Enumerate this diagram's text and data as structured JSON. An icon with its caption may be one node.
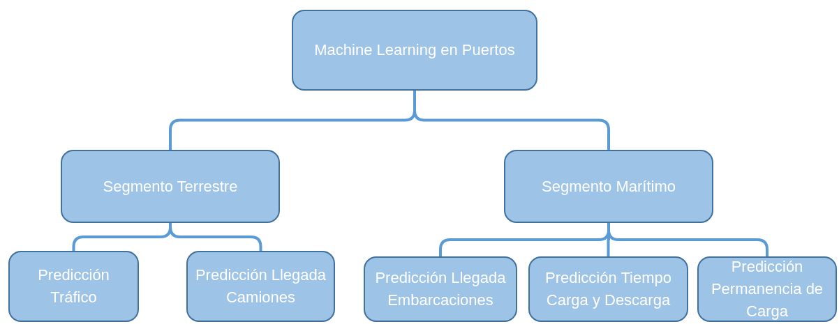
{
  "diagram": {
    "nodes": [
      {
        "text": [
          "Machine Learning en Puertos"
        ]
      },
      {
        "text": [
          "Segmento Terrestre"
        ]
      },
      {
        "text": [
          "Segmento Marítimo"
        ]
      },
      {
        "text": [
          "Predicción Tráfico"
        ]
      },
      {
        "text": [
          "Predicción Llegada Camiones"
        ]
      },
      {
        "text": [
          "Predicción Llegada Embarcaciones"
        ]
      },
      {
        "text": [
          "Predicción Tiempo Carga y Descarga"
        ]
      },
      {
        "text": [
          "Predicción Permanencia de Carga"
        ]
      }
    ],
    "edges": [
      {
        "from": 0,
        "to": 1,
        "arrow": "none"
      },
      {
        "from": 0,
        "to": 2,
        "arrow": "none"
      },
      {
        "from": 1,
        "to": 3,
        "arrow": "none"
      },
      {
        "from": 1,
        "to": 4,
        "arrow": "none"
      },
      {
        "from": 2,
        "to": 5,
        "arrow": "none"
      },
      {
        "from": 2,
        "to": 6,
        "arrow": "none"
      },
      {
        "from": 2,
        "to": 7,
        "arrow": "none"
      }
    ]
  }
}
